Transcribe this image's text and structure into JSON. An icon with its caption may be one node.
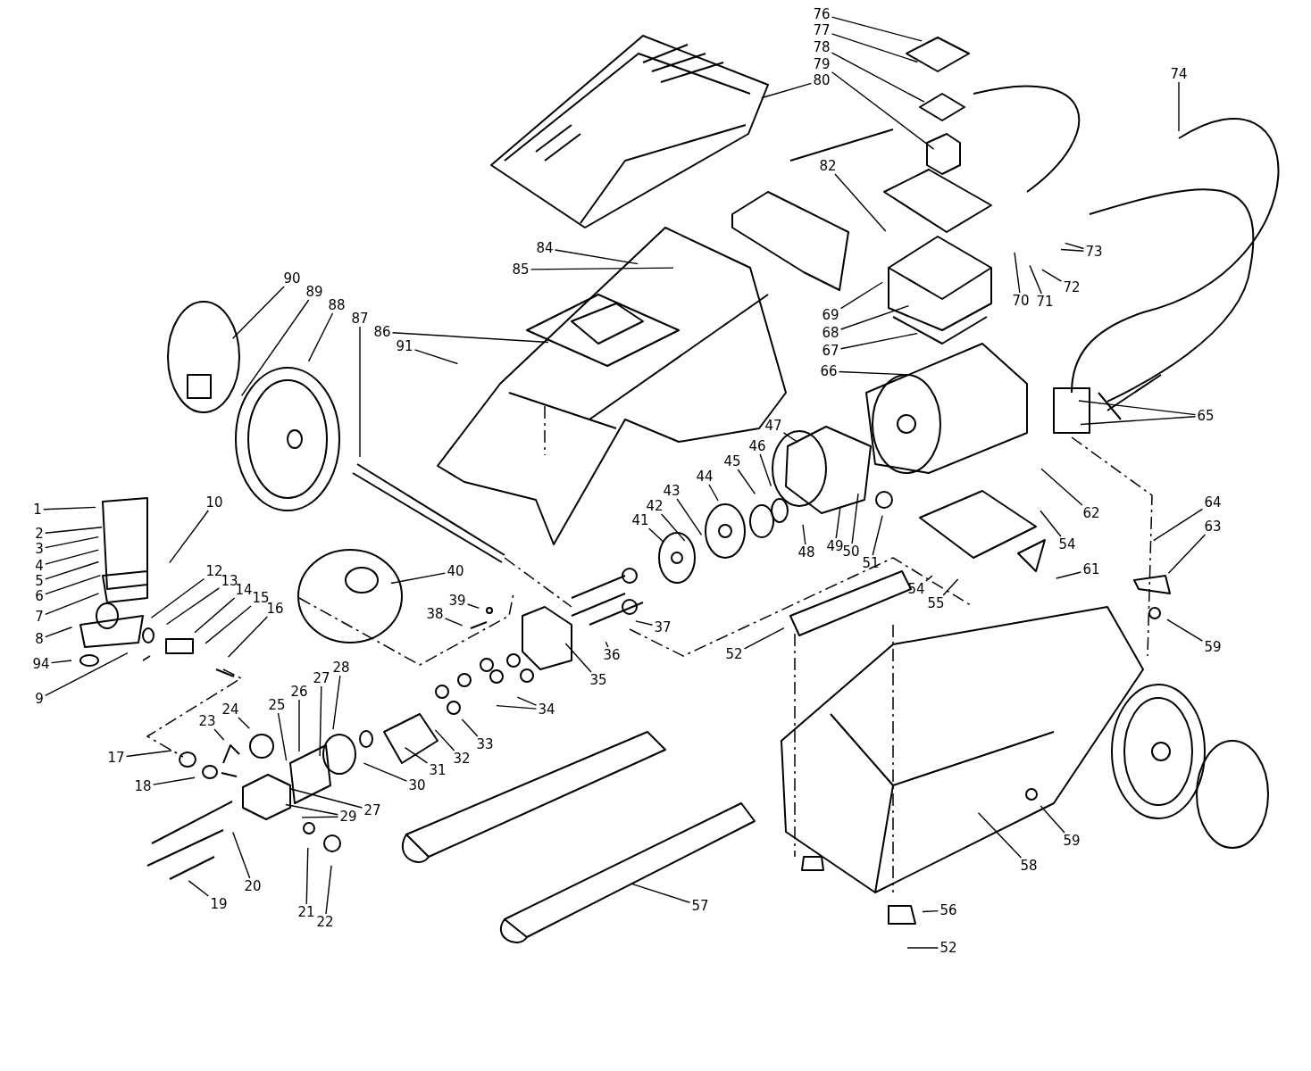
{
  "diagram": {
    "nodes": [
      {
        "text": [
          "1"
        ]
      },
      {
        "text": [
          "2"
        ]
      },
      {
        "text": [
          "3"
        ]
      },
      {
        "text": [
          "4"
        ]
      },
      {
        "text": [
          "5"
        ]
      },
      {
        "text": [
          "6"
        ]
      },
      {
        "text": [
          "7"
        ]
      },
      {
        "text": [
          "8"
        ]
      },
      {
        "text": [
          "94"
        ]
      },
      {
        "text": [
          "9"
        ]
      },
      {
        "text": [
          "10"
        ]
      },
      {
        "text": [
          "12"
        ]
      },
      {
        "text": [
          "13"
        ]
      },
      {
        "text": [
          "14"
        ]
      },
      {
        "text": [
          "15"
        ]
      },
      {
        "text": [
          "16"
        ]
      },
      {
        "text": [
          "17"
        ]
      },
      {
        "text": [
          "18"
        ]
      },
      {
        "text": [
          "19"
        ]
      },
      {
        "text": [
          "20"
        ]
      },
      {
        "text": [
          "21"
        ]
      },
      {
        "text": [
          "22"
        ]
      },
      {
        "text": [
          "23"
        ]
      },
      {
        "text": [
          "24"
        ]
      },
      {
        "text": [
          "25"
        ]
      },
      {
        "text": [
          "26"
        ]
      },
      {
        "text": [
          "27"
        ]
      },
      {
        "text": [
          "28"
        ]
      },
      {
        "text": [
          "27"
        ]
      },
      {
        "text": [
          "29"
        ]
      },
      {
        "text": [
          "30"
        ]
      },
      {
        "text": [
          "31"
        ]
      },
      {
        "text": [
          "32"
        ]
      },
      {
        "text": [
          "33"
        ]
      },
      {
        "text": [
          "34"
        ]
      },
      {
        "text": [
          "35"
        ]
      },
      {
        "text": [
          "36"
        ]
      },
      {
        "text": [
          "37"
        ]
      },
      {
        "text": [
          "38"
        ]
      },
      {
        "text": [
          "39"
        ]
      },
      {
        "text": [
          "40"
        ]
      },
      {
        "text": [
          "41"
        ]
      },
      {
        "text": [
          "42"
        ]
      },
      {
        "text": [
          "43"
        ]
      },
      {
        "text": [
          "44"
        ]
      },
      {
        "text": [
          "45"
        ]
      },
      {
        "text": [
          "46"
        ]
      },
      {
        "text": [
          "47"
        ]
      },
      {
        "text": [
          "48"
        ]
      },
      {
        "text": [
          "49"
        ]
      },
      {
        "text": [
          "50"
        ]
      },
      {
        "text": [
          "51"
        ]
      },
      {
        "text": [
          "52"
        ]
      },
      {
        "text": [
          "52"
        ]
      },
      {
        "text": [
          "54"
        ]
      },
      {
        "text": [
          "54"
        ]
      },
      {
        "text": [
          "55"
        ]
      },
      {
        "text": [
          "56"
        ]
      },
      {
        "text": [
          "57"
        ]
      },
      {
        "text": [
          "58"
        ]
      },
      {
        "text": [
          "59"
        ]
      },
      {
        "text": [
          "59"
        ]
      },
      {
        "text": [
          "61"
        ]
      },
      {
        "text": [
          "62"
        ]
      },
      {
        "text": [
          "63"
        ]
      },
      {
        "text": [
          "64"
        ]
      },
      {
        "text": [
          "65"
        ]
      },
      {
        "text": [
          "66"
        ]
      },
      {
        "text": [
          "67"
        ]
      },
      {
        "text": [
          "68"
        ]
      },
      {
        "text": [
          "69"
        ]
      },
      {
        "text": [
          "70"
        ]
      },
      {
        "text": [
          "71"
        ]
      },
      {
        "text": [
          "72"
        ]
      },
      {
        "text": [
          "73"
        ]
      },
      {
        "text": [
          "74"
        ]
      },
      {
        "text": [
          "76"
        ]
      },
      {
        "text": [
          "77"
        ]
      },
      {
        "text": [
          "78"
        ]
      },
      {
        "text": [
          "79"
        ]
      },
      {
        "text": [
          "80"
        ]
      },
      {
        "text": [
          "82"
        ]
      },
      {
        "text": [
          "84"
        ]
      },
      {
        "text": [
          "85"
        ]
      },
      {
        "text": [
          "86"
        ]
      },
      {
        "text": [
          "87"
        ]
      },
      {
        "text": [
          "88"
        ]
      },
      {
        "text": [
          "89"
        ]
      },
      {
        "text": [
          "90"
        ]
      },
      {
        "text": [
          "91"
        ]
      }
    ],
    "edges": [
      {
        "from": 0,
        "to": null,
        "arrow": "none"
      },
      {
        "from": 1,
        "to": null,
        "arrow": "none"
      },
      {
        "from": 2,
        "to": null,
        "arrow": "none"
      },
      {
        "from": 3,
        "to": null,
        "arrow": "none"
      },
      {
        "from": 4,
        "to": null,
        "arrow": "none"
      },
      {
        "from": 5,
        "to": null,
        "arrow": "none"
      },
      {
        "from": 6,
        "to": null,
        "arrow": "none"
      },
      {
        "from": 7,
        "to": null,
        "arrow": "none"
      },
      {
        "from": 8,
        "to": null,
        "arrow": "none"
      },
      {
        "from": 9,
        "to": null,
        "arrow": "none"
      },
      {
        "from": 10,
        "to": null,
        "arrow": "none"
      },
      {
        "from": 11,
        "to": null,
        "arrow": "none"
      },
      {
        "from": 12,
        "to": null,
        "arrow": "none"
      },
      {
        "from": 13,
        "to": null,
        "arrow": "none"
      },
      {
        "from": 14,
        "to": null,
        "arrow": "none"
      },
      {
        "from": 15,
        "to": null,
        "arrow": "none"
      },
      {
        "from": 16,
        "to": null,
        "arrow": "none"
      },
      {
        "from": 17,
        "to": null,
        "arrow": "none"
      },
      {
        "from": 18,
        "to": null,
        "arrow": "none"
      },
      {
        "from": 19,
        "to": null,
        "arrow": "none"
      },
      {
        "from": 20,
        "to": null,
        "arrow": "none"
      },
      {
        "from": 21,
        "to": null,
        "arrow": "none"
      },
      {
        "from": 22,
        "to": null,
        "arrow": "none"
      },
      {
        "from": 23,
        "to": null,
        "arrow": "none"
      },
      {
        "from": 24,
        "to": null,
        "arrow": "none"
      },
      {
        "from": 25,
        "to": null,
        "arrow": "none"
      },
      {
        "from": 26,
        "to": null,
        "arrow": "none"
      },
      {
        "from": 27,
        "to": null,
        "arrow": "none"
      },
      {
        "from": 28,
        "to": null,
        "arrow": "none"
      },
      {
        "from": 29,
        "to": null,
        "arrow": "none"
      },
      {
        "from": 29,
        "to": null,
        "arrow": "none"
      },
      {
        "from": 30,
        "to": null,
        "arrow": "none"
      },
      {
        "from": 31,
        "to": null,
        "arrow": "none"
      },
      {
        "from": 32,
        "to": null,
        "arrow": "none"
      },
      {
        "from": 33,
        "to": null,
        "arrow": "none"
      },
      {
        "from": 34,
        "to": null,
        "arrow": "none"
      },
      {
        "from": 34,
        "to": null,
        "arrow": "none"
      },
      {
        "from": 35,
        "to": null,
        "arrow": "none"
      },
      {
        "from": 36,
        "to": null,
        "arrow": "none"
      },
      {
        "from": 37,
        "to": null,
        "arrow": "none"
      },
      {
        "from": 38,
        "to": null,
        "arrow": "none"
      },
      {
        "from": 39,
        "to": null,
        "arrow": "none"
      },
      {
        "from": 40,
        "to": null,
        "arrow": "none"
      },
      {
        "from": 41,
        "to": null,
        "arrow": "none"
      },
      {
        "from": 42,
        "to": null,
        "arrow": "none"
      },
      {
        "from": 43,
        "to": null,
        "arrow": "none"
      },
      {
        "from": 44,
        "to": null,
        "arrow": "none"
      },
      {
        "from": 45,
        "to": null,
        "arrow": "none"
      },
      {
        "from": 46,
        "to": null,
        "arrow": "none"
      },
      {
        "from": 47,
        "to": null,
        "arrow": "none"
      },
      {
        "from": 48,
        "to": null,
        "arrow": "none"
      },
      {
        "from": 49,
        "to": null,
        "arrow": "none"
      },
      {
        "from": 50,
        "to": null,
        "arrow": "none"
      },
      {
        "from": 51,
        "to": null,
        "arrow": "none"
      },
      {
        "from": 52,
        "to": null,
        "arrow": "none"
      },
      {
        "from": 53,
        "to": null,
        "arrow": "none"
      },
      {
        "from": 54,
        "to": null,
        "arrow": "none"
      },
      {
        "from": 55,
        "to": null,
        "arrow": "none"
      },
      {
        "from": 56,
        "to": null,
        "arrow": "none"
      },
      {
        "from": 57,
        "to": null,
        "arrow": "none"
      },
      {
        "from": 58,
        "to": null,
        "arrow": "none"
      },
      {
        "from": 59,
        "to": null,
        "arrow": "none"
      },
      {
        "from": 60,
        "to": null,
        "arrow": "none"
      },
      {
        "from": 61,
        "to": null,
        "arrow": "none"
      },
      {
        "from": 62,
        "to": null,
        "arrow": "none"
      },
      {
        "from": 63,
        "to": null,
        "arrow": "none"
      },
      {
        "from": 64,
        "to": null,
        "arrow": "none"
      },
      {
        "from": 65,
        "to": null,
        "arrow": "none"
      },
      {
        "from": 66,
        "to": null,
        "arrow": "none"
      },
      {
        "from": 66,
        "to": null,
        "arrow": "none"
      },
      {
        "from": 67,
        "to": null,
        "arrow": "none"
      },
      {
        "from": 68,
        "to": null,
        "arrow": "none"
      },
      {
        "from": 69,
        "to": null,
        "arrow": "none"
      },
      {
        "from": 70,
        "to": null,
        "arrow": "none"
      },
      {
        "from": 71,
        "to": null,
        "arrow": "none"
      },
      {
        "from": 72,
        "to": null,
        "arrow": "none"
      },
      {
        "from": 73,
        "to": null,
        "arrow": "none"
      },
      {
        "from": 74,
        "to": null,
        "arrow": "none"
      },
      {
        "from": 74,
        "to": null,
        "arrow": "none"
      },
      {
        "from": 75,
        "to": null,
        "arrow": "none"
      },
      {
        "from": 76,
        "to": null,
        "arrow": "none"
      },
      {
        "from": 77,
        "to": null,
        "arrow": "none"
      },
      {
        "from": 78,
        "to": null,
        "arrow": "none"
      },
      {
        "from": 79,
        "to": null,
        "arrow": "none"
      },
      {
        "from": 80,
        "to": null,
        "arrow": "none"
      },
      {
        "from": 81,
        "to": null,
        "arrow": "none"
      },
      {
        "from": 82,
        "to": null,
        "arrow": "none"
      },
      {
        "from": 83,
        "to": null,
        "arrow": "none"
      },
      {
        "from": 84,
        "to": null,
        "arrow": "none"
      },
      {
        "from": 85,
        "to": null,
        "arrow": "none"
      },
      {
        "from": 86,
        "to": null,
        "arrow": "none"
      },
      {
        "from": 87,
        "to": null,
        "arrow": "none"
      },
      {
        "from": 88,
        "to": null,
        "arrow": "none"
      },
      {
        "from": 89,
        "to": null,
        "arrow": "none"
      }
    ]
  }
}
